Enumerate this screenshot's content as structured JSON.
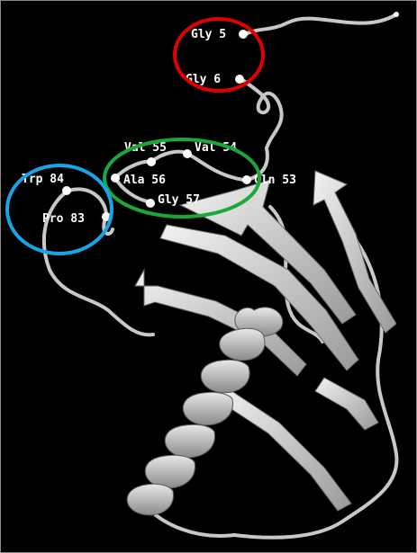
{
  "residues": {
    "gly5": "Gly 5",
    "gly6": "Gly 6",
    "val55": "Val 55",
    "val54": "Val 54",
    "ala56": "Ala 56",
    "gly57": "Gly 57",
    "gln53": "Gln 53",
    "trp84": "Trp 84",
    "pro83": "Pro 83"
  },
  "highlight_colors": {
    "red_circle": "#e00000",
    "green_ellipse": "#1aa83a",
    "blue_circle": "#18a4e8"
  },
  "ribbon_color": "#cfcfcf",
  "background_color": "#000000"
}
